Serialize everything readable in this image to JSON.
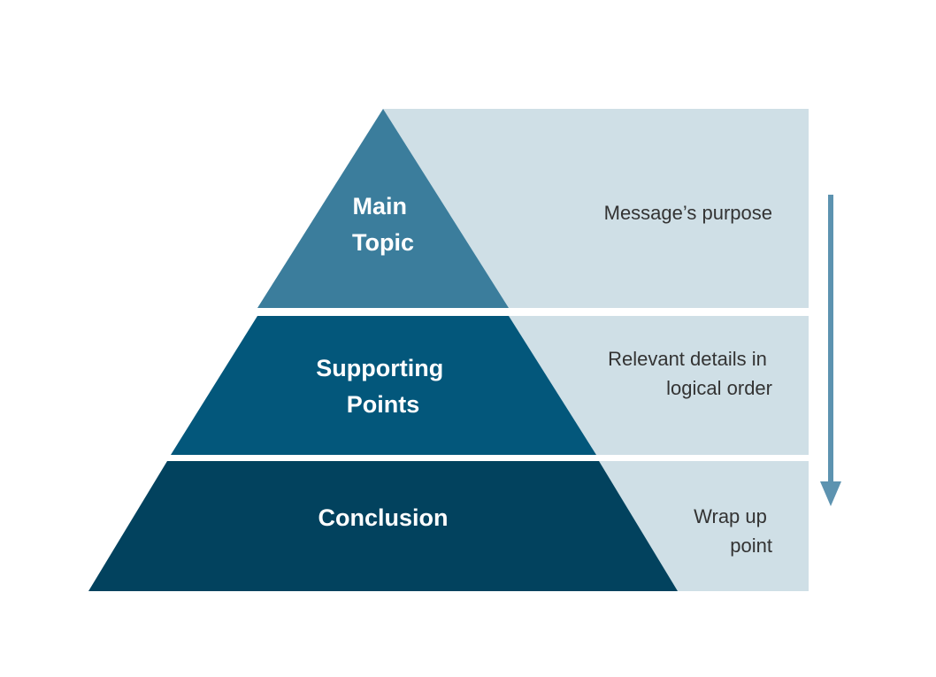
{
  "tiers": [
    {
      "label_lines": [
        "Main",
        "Topic"
      ],
      "description_lines": [
        "Message’s purpose"
      ],
      "color": "#3b7d9c"
    },
    {
      "label_lines": [
        "Supporting",
        "Points"
      ],
      "description_lines": [
        "Relevant details in",
        "logical order"
      ],
      "color": "#03577b"
    },
    {
      "label_lines": [
        "Conclusion"
      ],
      "description_lines": [
        "Wrap up",
        "point"
      ],
      "color": "#02425e"
    }
  ],
  "colors": {
    "band": "#cfdfe6",
    "arrow": "#5d93b0",
    "description_text": "#333333",
    "label_text": "#ffffff"
  },
  "arrow_icon": "arrow-down-icon"
}
